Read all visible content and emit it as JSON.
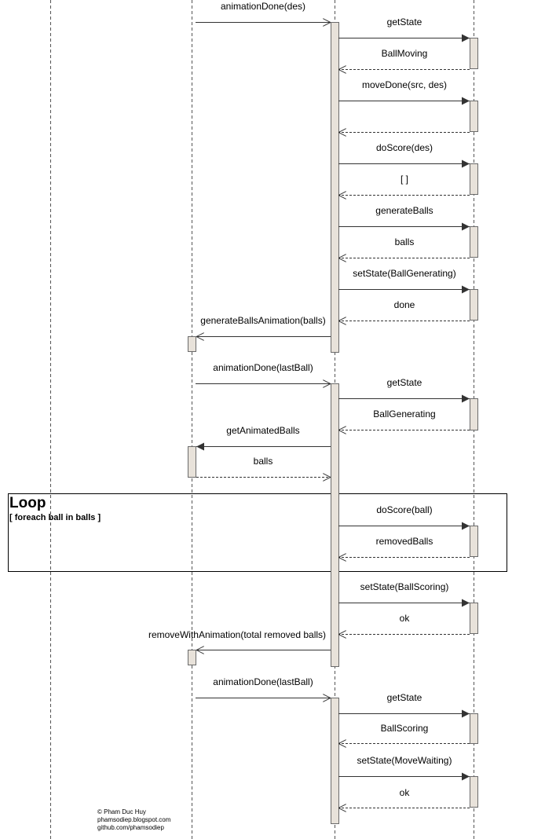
{
  "loop": {
    "title": "Loop",
    "guard": "[ foreach ball in balls ]"
  },
  "messages": [
    {
      "label": "animationDone(des)",
      "kind": "call"
    },
    {
      "label": "getState",
      "kind": "call"
    },
    {
      "label": "BallMoving",
      "kind": "return"
    },
    {
      "label": "moveDone(src, des)",
      "kind": "call"
    },
    {
      "label": "",
      "kind": "return"
    },
    {
      "label": "doScore(des)",
      "kind": "call"
    },
    {
      "label": "[ ]",
      "kind": "return"
    },
    {
      "label": "generateBalls",
      "kind": "call"
    },
    {
      "label": "balls",
      "kind": "return"
    },
    {
      "label": "setState(BallGenerating)",
      "kind": "call"
    },
    {
      "label": "done",
      "kind": "return"
    },
    {
      "label": "generateBallsAnimation(balls)",
      "kind": "call"
    },
    {
      "label": "animationDone(lastBall)",
      "kind": "call"
    },
    {
      "label": "getState",
      "kind": "call"
    },
    {
      "label": "BallGenerating",
      "kind": "return"
    },
    {
      "label": "getAnimatedBalls",
      "kind": "call"
    },
    {
      "label": "balls",
      "kind": "return"
    },
    {
      "label": "doScore(ball)",
      "kind": "call"
    },
    {
      "label": "removedBalls",
      "kind": "return"
    },
    {
      "label": "setState(BallScoring)",
      "kind": "call"
    },
    {
      "label": "ok",
      "kind": "return"
    },
    {
      "label": "removeWithAnimation(total removed balls)",
      "kind": "call"
    },
    {
      "label": "animationDone(lastBall)",
      "kind": "call"
    },
    {
      "label": "getState",
      "kind": "call"
    },
    {
      "label": "BallScoring",
      "kind": "return"
    },
    {
      "label": "setState(MoveWaiting)",
      "kind": "call"
    },
    {
      "label": "ok",
      "kind": "return"
    }
  ],
  "credits": {
    "author": "© Pham Duc Huy",
    "blog": "phamsodiep.blogspot.com",
    "github": "github.com/phamsodiep"
  }
}
